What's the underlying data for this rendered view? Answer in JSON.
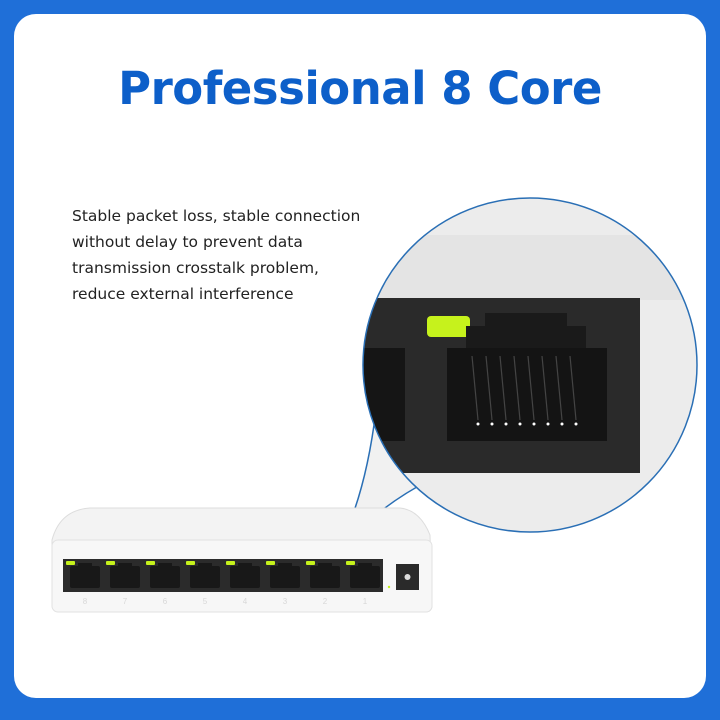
{
  "title": "Professional 8 Core",
  "description": [
    "Stable packet loss, stable connection",
    "without delay to prevent data",
    "transmission crosstalk problem,",
    "reduce external interference"
  ],
  "port_labels": [
    "8",
    "7",
    "6",
    "5",
    "4",
    "3",
    "2",
    "1"
  ],
  "colors": {
    "frame": "#1f6fd8",
    "title": "#0d5fc9",
    "led": "#c6f21c",
    "callout_border": "#2a6fb5",
    "port_panel": "#262626"
  }
}
